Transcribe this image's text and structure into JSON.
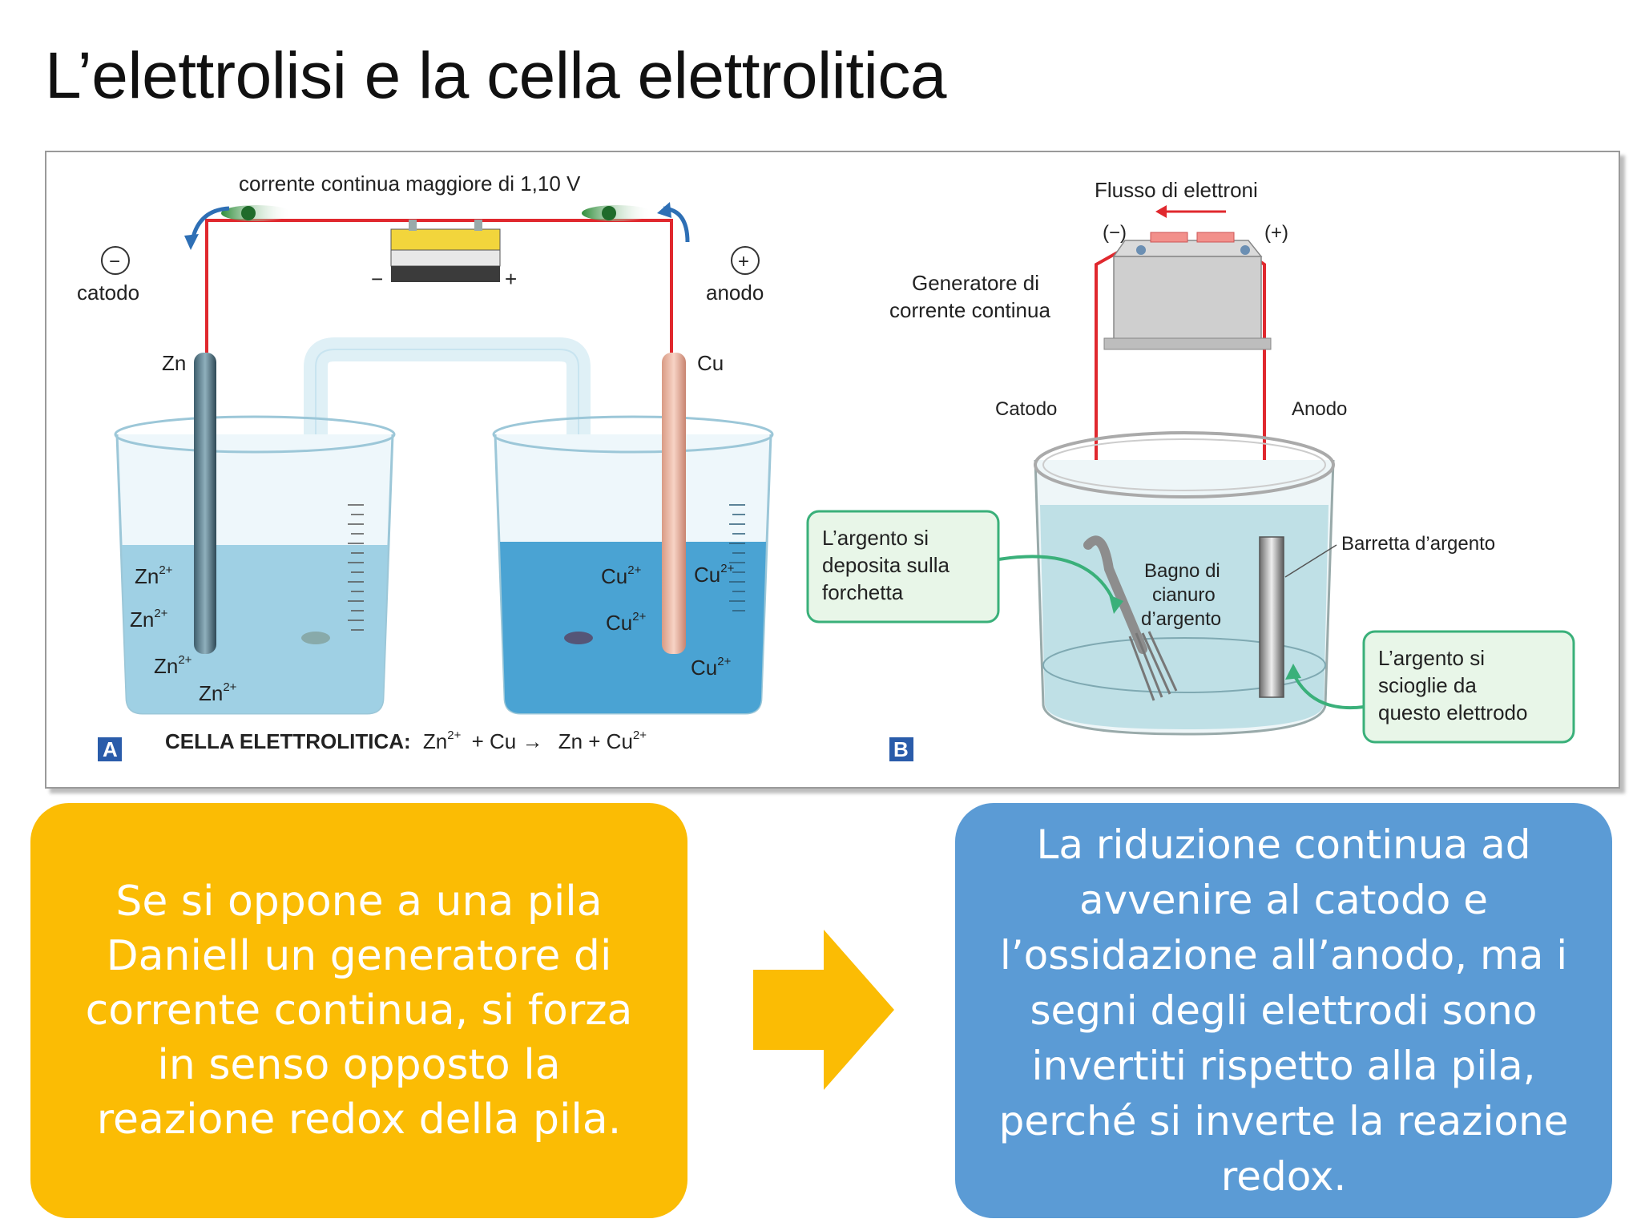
{
  "title": "L’elettrolisi e la cella elettrolitica",
  "figure_a": {
    "current_label": "corrente continua maggiore di 1,10 V",
    "minus_symbol": "−",
    "plus_symbol": "+",
    "cathode_label": "catodo",
    "anode_label": "anodo",
    "battery_minus": "−",
    "battery_plus": "+",
    "zn_label": "Zn",
    "cu_label": "Cu",
    "zn_ion": "Zn",
    "cu_ion": "Cu",
    "ion_charge": "2+",
    "panel_letter": "A",
    "caption_bold": "CELLA ELETTROLITICA:",
    "caption_zn": "Zn",
    "caption_plus1": "+ Cu →",
    "caption_rest": "Zn + Cu",
    "caption_charge": "2+"
  },
  "figure_b": {
    "electron_flow": "Flusso di elettroni",
    "neg_terminal": "(−)",
    "pos_terminal": "(+)",
    "generator_line1": "Generatore di",
    "generator_line2": "corrente continua",
    "cathode_label": "Catodo",
    "anode_label": "Anodo",
    "bath_line1": "Bagno di",
    "bath_line2": "cianuro",
    "bath_line3": "d’argento",
    "silver_bar": "Barretta d’argento",
    "deposit_line1": "L’argento si",
    "deposit_line2": "deposita sulla",
    "deposit_line3": "forchetta",
    "dissolve_line1": "L’argento si",
    "dissolve_line2": "scioglie da",
    "dissolve_line3": "questo elettrodo",
    "panel_letter": "B"
  },
  "left_box_text": "Se si oppone a una pila Daniell un generatore di corrente continua, si forza in senso opposto la reazione redox della pila.",
  "right_box_text": "La riduzione continua ad avvenire al catodo e l’ossidazione all’anodo, ma i segni degli elettrodi sono invertiti rispetto alla pila, perché si inverte la reazione redox.",
  "colors": {
    "wire": "#e0282e",
    "solution_left": "#9fd0e4",
    "solution_right": "#4aa3d3",
    "callout_border": "#3ab07a",
    "callout_fill": "#e8f6e8",
    "left_box": "#fbbc04",
    "right_box": "#5b9bd5",
    "arrow": "#fbbc04",
    "panel_letter": "#2a5caa"
  }
}
